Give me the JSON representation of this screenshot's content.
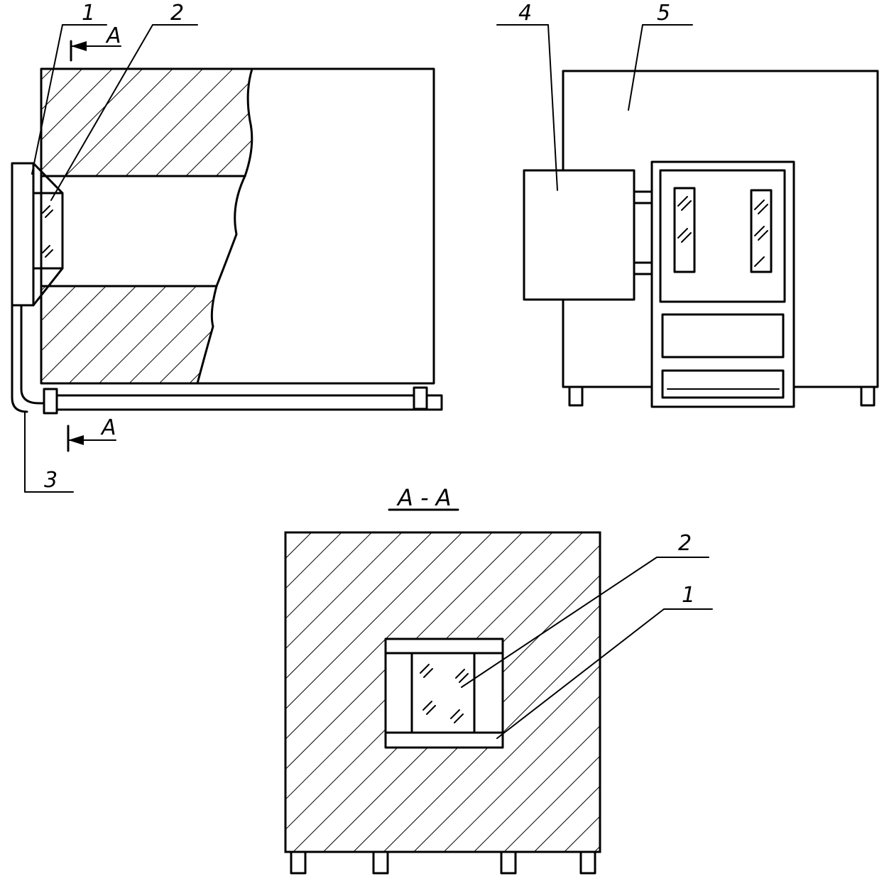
{
  "labels": {
    "callout_1_top": "1",
    "callout_2_top": "2",
    "callout_3": "3",
    "callout_4": "4",
    "callout_5": "5",
    "callout_2_section": "2",
    "callout_1_section": "1",
    "section_mark_top": "A",
    "section_mark_bottom": "A",
    "section_title": "A - A"
  },
  "hatch": {
    "color": "#000000",
    "fill": "hatched"
  }
}
